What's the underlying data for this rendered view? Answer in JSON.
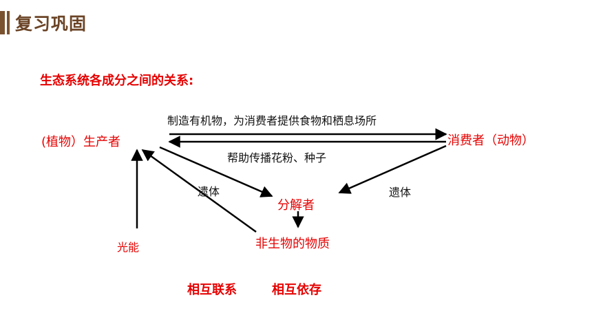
{
  "header": {
    "title": "复习巩固"
  },
  "heading": "生态系统各成分之间的关系:",
  "diagram": {
    "producer": "(植物）生产者",
    "consumer": "消费者（动物）",
    "decomposer": "分解者",
    "abiotic": "非生物的物质",
    "light": "光能",
    "edge_producer_to_consumer": "制造有机物，为消费者提供食物和栖息场所",
    "edge_consumer_to_producer": "帮助传播花粉、种子",
    "edge_producer_remains": "遗体",
    "edge_consumer_remains": "遗体"
  },
  "footer": {
    "left": "相互联系",
    "right": "相互依存"
  },
  "colors": {
    "accent": "#e60000",
    "brand": "#7a5230",
    "line": "#000000"
  }
}
